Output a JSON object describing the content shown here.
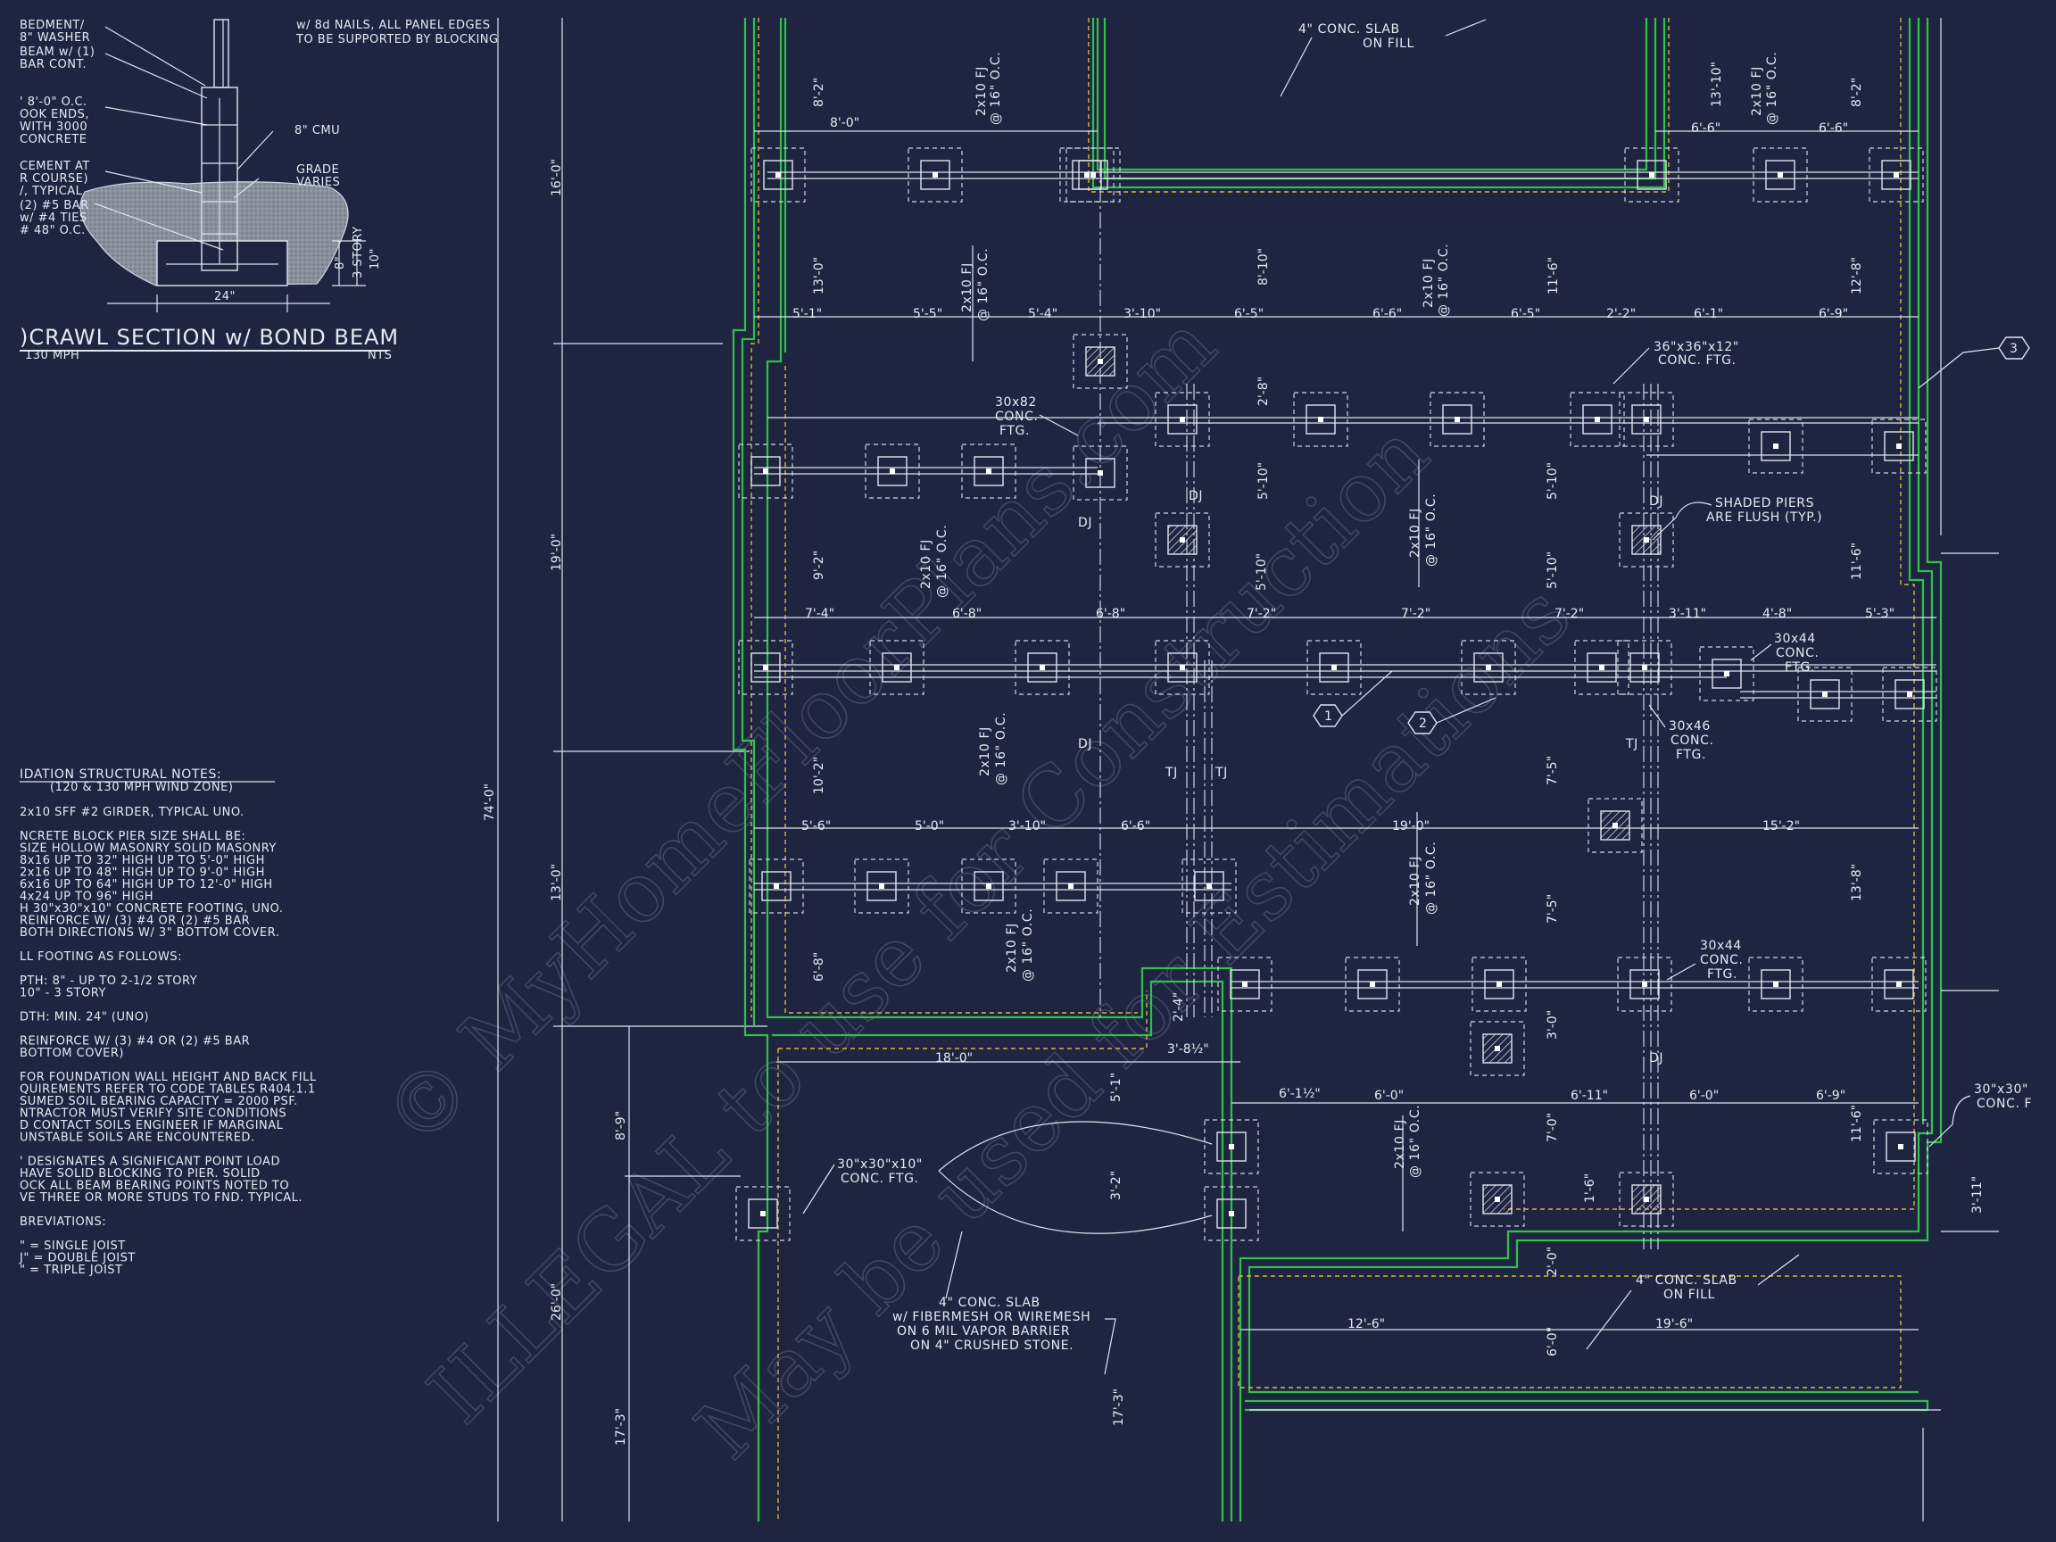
{
  "watermark": {
    "line1": "© MyHomeFloorPlans.com",
    "line2": "ILLEGAL to use for Construction",
    "line3": "May be used for Estimations"
  },
  "detail": {
    "labels": [
      "BEDMENT/",
      "8\" WASHER",
      "BEAM w/ (1)",
      "BAR CONT.",
      "' 8'-0\" O.C.",
      "OOK ENDS,",
      "WITH 3000",
      "CONCRETE",
      "CEMENT AT",
      "R COURSE)",
      "/, TYPICAL",
      "(2) #5 BAR",
      "w/ #4 TIES",
      "# 48\" O.C."
    ],
    "cmu": "8\" CMU",
    "grade1": "GRADE",
    "grade2": "VARIES",
    "nails1": "w/ 8d NAILS, ALL PANEL EDGES",
    "nails2": "TO BE SUPPORTED BY BLOCKING",
    "width": "24\"",
    "depth1": "8\"",
    "depth2": "10\"",
    "story": "3 STORY",
    "title": ")CRAWL SECTION w/ BOND BEAM",
    "subtitle": "130 MPH",
    "scale": "NTS"
  },
  "notes": {
    "title": "IDATION STRUCTURAL NOTES:",
    "subtitle": "(120 & 130 MPH WIND ZONE)",
    "lines": [
      "2x10 SFF #2 GIRDER, TYPICAL UNO.",
      "",
      "NCRETE BLOCK PIER SIZE SHALL BE:",
      "SIZE     HOLLOW MASONRY    SOLID MASONRY",
      "8x16     UP TO 32\" HIGH     UP TO 5'-0\" HIGH",
      "2x16     UP TO 48\" HIGH     UP TO 9'-0\" HIGH",
      "6x16     UP TO 64\" HIGH     UP TO 12'-0\" HIGH",
      "4x24     UP TO 96\" HIGH",
      "H 30\"x30\"x10\" CONCRETE FOOTING, UNO.",
      "REINFORCE W/ (3) #4 OR (2) #5 BAR",
      "BOTH DIRECTIONS W/ 3\" BOTTOM COVER.",
      "",
      "LL FOOTING AS FOLLOWS:",
      "",
      "PTH:  8\" - UP TO 2-1/2 STORY",
      "         10\" - 3 STORY",
      "",
      "DTH:  MIN. 24\" (UNO)",
      "",
      "REINFORCE W/ (3) #4 OR (2) #5 BAR",
      "BOTTOM COVER)",
      "",
      "FOR FOUNDATION WALL HEIGHT AND BACK FILL",
      "QUIREMENTS REFER TO CODE TABLES R404.1.1",
      "SUMED SOIL BEARING CAPACITY = 2000 PSF.",
      "NTRACTOR MUST VERIFY SITE CONDITIONS",
      "D CONTACT SOILS ENGINEER IF MARGINAL",
      "UNSTABLE SOILS ARE ENCOUNTERED.",
      "",
      "' DESIGNATES A SIGNIFICANT POINT LOAD",
      "HAVE SOLID BLOCKING TO PIER. SOLID",
      "OCK ALL BEAM BEARING POINTS NOTED TO",
      "VE THREE OR MORE STUDS TO FND. TYPICAL.",
      "",
      "BREVIATIONS:",
      "",
      "\" = SINGLE JOIST",
      "J\" = DOUBLE JOIST",
      "\" = TRIPLE JOIST"
    ]
  },
  "annotations": {
    "slab_top": [
      "4\" CONC. SLAB",
      "ON FILL"
    ],
    "ftg_36": [
      "36\"x36\"x12\"",
      "CONC. FTG."
    ],
    "ftg_30x82": [
      "30x82",
      "CONC.",
      "FTG."
    ],
    "shaded": [
      "SHADED PIERS",
      "ARE FLUSH (TYP.)"
    ],
    "ftg_30x44_a": [
      "30x44",
      "CONC.",
      "FTG."
    ],
    "ftg_30x46": [
      "30x46",
      "CONC.",
      "FTG."
    ],
    "ftg_30x44_b": [
      "30x44",
      "CONC.",
      "FTG."
    ],
    "ftg_30x30x10": [
      "30\"x30\"x10\"",
      "CONC. FTG."
    ],
    "ftg_right": [
      "30\"x30\"",
      "CONC. F"
    ],
    "slab_main": [
      "4\" CONC. SLAB",
      "w/ FIBERMESH OR WIREMESH",
      "ON 6 MIL VAPOR BARRIER",
      "ON 4\" CRUSHED STONE."
    ],
    "slab_br": [
      "4\" CONC. SLAB",
      "ON FILL"
    ],
    "joist": [
      "2x10 FJ",
      "@ 16\" O.C."
    ],
    "dj": "DJ",
    "tj": "TJ",
    "tag1": "1",
    "tag2": "2",
    "tag3": "3"
  },
  "dims": {
    "d16": "16'-0\"",
    "d19": "19'-0\"",
    "d74": "74'-0\"",
    "d13": "13'-0\"",
    "d26": "26'-0\"",
    "d17_3": "17'-3\"",
    "d8_9": "8'-9\"",
    "r1": [
      "8'-0\"",
      "6'-6\"",
      "6'-6\""
    ],
    "r2": [
      "5'-1\"",
      "5'-5\"",
      "5'-4\"",
      "3'-10\"",
      "6'-5\"",
      "6'-6\"",
      "6'-5\"",
      "2'-2\"",
      "6'-1\"",
      "6'-9\""
    ],
    "r3": [
      "7'-4\"",
      "6'-8\"",
      "6'-8\"",
      "7'-2\"",
      "7'-2\"",
      "7'-2\"",
      "3'-11\"",
      "4'-8\"",
      "5'-3\""
    ],
    "r4": [
      "5'-6\"",
      "5'-0\"",
      "3'-10\"",
      "6'-6\"",
      "19'-0\"",
      "15'-2\""
    ],
    "r5": [
      "18'-0\"",
      "3'-8½\""
    ],
    "r6": [
      "6'-1½\"",
      "6'-0\"",
      "6'-11\"",
      "6'-0\"",
      "6'-9\""
    ],
    "r7": [
      "12'-6\"",
      "19'-6\""
    ],
    "v": [
      "8'-2\"",
      "13'-0\"",
      "8'-2\"",
      "13'-10\"",
      "8'-10\"",
      "11'-6\"",
      "12'-8\"",
      "2'-8\"",
      "5'-10\"",
      "5'-10\"",
      "5'-10\"",
      "5'-10\"",
      "9'-2\"",
      "11'-6\"",
      "10'-2\"",
      "7'-5\"",
      "7'-5\"",
      "13'-8\"",
      "6'-8\"",
      "2'-4\"",
      "3'-0\"",
      "7'-0\"",
      "5'-1\"",
      "3'-2\"",
      "11'-6\"",
      "3'-11\"",
      "1'-6\"",
      "2'-0\"",
      "6'-0\"",
      "17'-3\""
    ]
  }
}
